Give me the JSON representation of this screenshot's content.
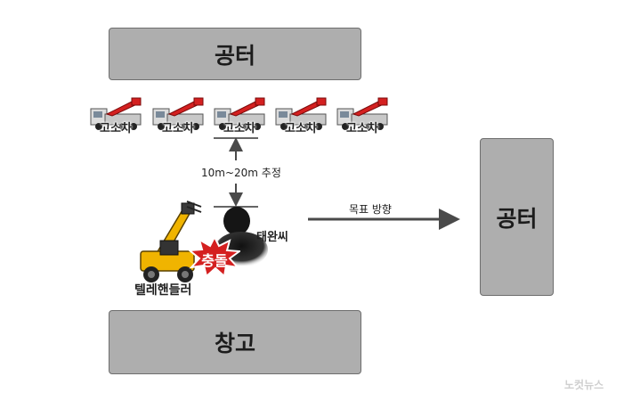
{
  "sites": {
    "top": "공터",
    "right": "공터",
    "warehouse": "창고"
  },
  "trucks": {
    "label": "고소차",
    "count": 5
  },
  "distance_label": "10m~20m 추정",
  "direction_label": "목표 방향",
  "person_label": "태완씨",
  "collision_label": "충돌",
  "machine_label": "텔레핸들러",
  "watermark": "노컷뉴스",
  "colors": {
    "site_fill": "#aeaeae",
    "arrow": "#4a4a4a",
    "crash": "#d42020",
    "machine": "#f0b400"
  }
}
